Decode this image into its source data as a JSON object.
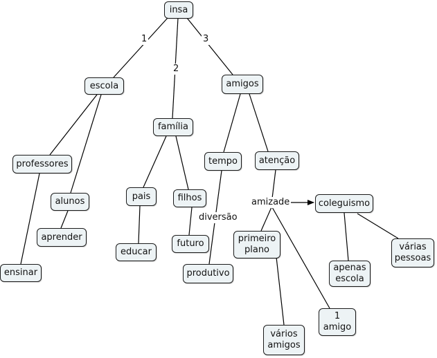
{
  "nodes": {
    "insa": "insa",
    "escola": "escola",
    "familia": "família",
    "amigos": "amigos",
    "professores": "professores",
    "alunos": "alunos",
    "aprender": "aprender",
    "ensinar": "ensinar",
    "pais": "pais",
    "filhos": "filhos",
    "educar": "educar",
    "futuro": "futuro",
    "tempo": "tempo",
    "atencao": "atenção",
    "produtivo": "produtivo",
    "primeiro_plano": "primeiro\nplano",
    "varios_amigos": "vários\namigos",
    "um_amigo": "1\namigo",
    "coleguismo": "coleguismo",
    "apenas_escola": "apenas\nescola",
    "varias_pessoas": "várias\npessoas"
  },
  "linking_phrases": {
    "escola": "1",
    "familia": "2",
    "amigos": "3",
    "diversao": "diversão",
    "amizade": "amizade"
  }
}
